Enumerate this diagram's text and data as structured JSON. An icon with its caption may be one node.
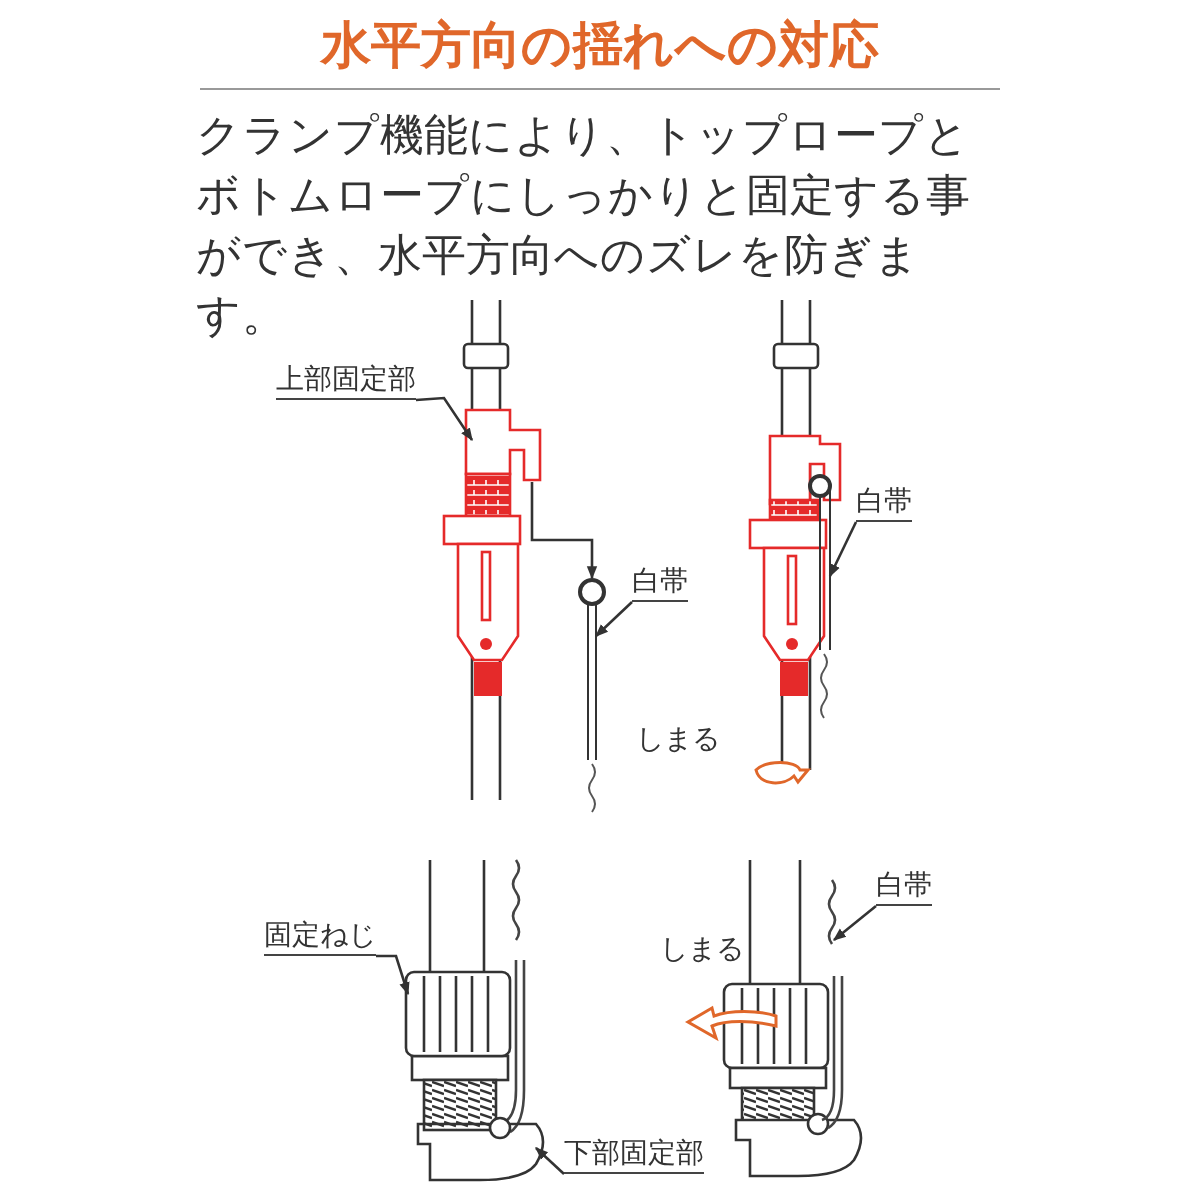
{
  "diagram": {
    "title": "水平方向の揺れへの対応",
    "nodes": [
      {
        "text": [
          "上部固定部"
        ]
      },
      {
        "text": [
          "白帯"
        ]
      },
      {
        "text": [
          "白帯"
        ]
      },
      {
        "text": [
          "固定ねじ"
        ]
      },
      {
        "text": [
          "白帯"
        ]
      },
      {
        "text": [
          "下部固定部"
        ]
      },
      {
        "text": [],
        "shape": "picture"
      },
      {
        "text": [],
        "shape": "picture"
      },
      {
        "text": [],
        "shape": "picture"
      },
      {
        "text": [],
        "shape": "picture"
      },
      {
        "text": [],
        "shape": "picture"
      },
      {
        "text": [],
        "shape": "picture"
      }
    ],
    "edges": [
      {
        "from": 0,
        "to": 6,
        "arrow": "to"
      },
      {
        "from": 1,
        "to": 7,
        "arrow": "to"
      },
      {
        "from": 2,
        "to": 8,
        "arrow": "to"
      },
      {
        "from": 3,
        "to": 9,
        "arrow": "to"
      },
      {
        "from": 4,
        "to": 11,
        "arrow": "to"
      },
      {
        "from": 5,
        "to": 10,
        "arrow": "to"
      },
      {
        "from": 6,
        "to": 7,
        "arrow": "to"
      }
    ],
    "labels": [
      "クランプ機能により、トップロープとボトムロープにしっかりと固定する事ができ、水平方向へのズレを防ぎます。",
      "しまる",
      "しまる"
    ]
  }
}
